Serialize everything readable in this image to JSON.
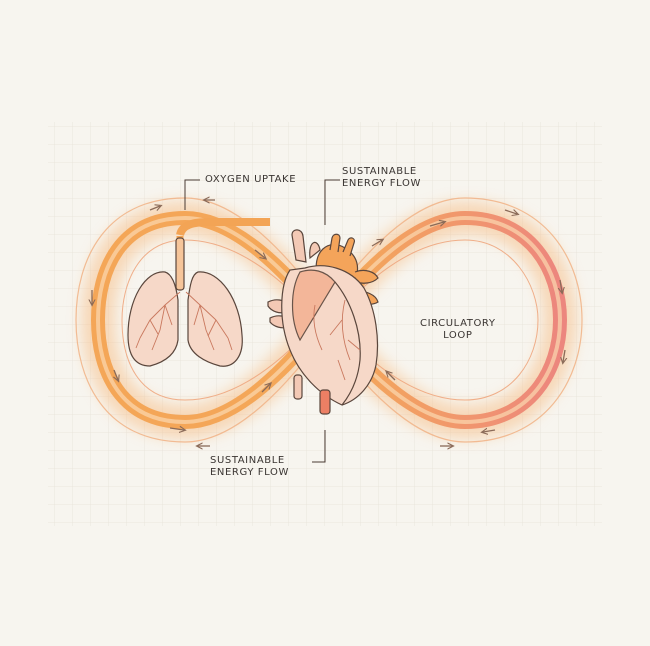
{
  "labels": {
    "oxygen_uptake": "OXYGEN UPTAKE",
    "top_flow_line1": "SUSTAINABLE",
    "top_flow_line2": "ENERGY FLOW",
    "bottom_flow_line1": "SUSTAINABLE",
    "bottom_flow_line2": "ENERGY FLOW",
    "loop_line1": "CIRCULATORY",
    "loop_line2": "LOOP"
  },
  "colors": {
    "background": "#f7f5ef",
    "grid": "#e6e1d8",
    "loop_orange": "#f2a050",
    "loop_red": "#ec7f78",
    "organ_fill": "#f6d3c2",
    "outline": "#4a3a33"
  },
  "icons": [
    "lungs-icon",
    "heart-icon",
    "flow-arrow-icon"
  ]
}
